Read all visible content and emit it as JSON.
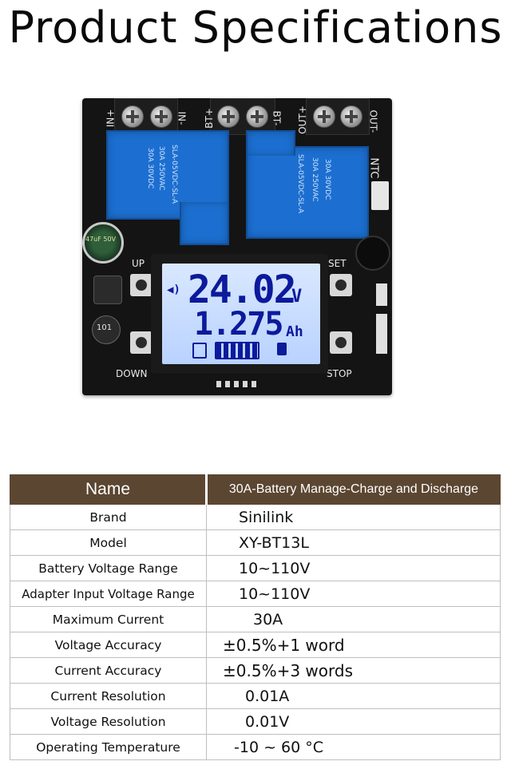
{
  "title": "Product Specifications",
  "board": {
    "terminals": [
      "IN+",
      "IN-",
      "BT+",
      "BT-",
      "OUT+",
      "OUT-"
    ],
    "ntc_label": "NTC",
    "relay_text": [
      "SLA-05VDC-SL-A",
      "30A 250VAC",
      "30A 30VDC"
    ],
    "button_labels": {
      "up": "UP",
      "set": "SET",
      "down": "DOWN",
      "stop": "STOP"
    },
    "inductor_label": "101",
    "capacitor_label": "47uF 50V",
    "lcd": {
      "voltage": "24.02",
      "voltage_unit": "V",
      "capacity": "1.275",
      "capacity_unit": "Ah"
    },
    "colors": {
      "pcb": "#141414",
      "relay": "#1c6fd0",
      "lcd_bg": "#c8dcff",
      "lcd_digit": "#0c1a9c"
    }
  },
  "table": {
    "header": {
      "name": "Name",
      "value": "30A-Battery Manage-Charge and Discharge"
    },
    "header_color": "#5b4631",
    "rows": [
      {
        "label": "Brand",
        "value": "Sinilink"
      },
      {
        "label": "Model",
        "value": "XY-BT13L"
      },
      {
        "label": "Battery Voltage Range",
        "value": "10~110V"
      },
      {
        "label": "Adapter Input Voltage Range",
        "value": "10~110V"
      },
      {
        "label": "Maximum Current",
        "value": "30A"
      },
      {
        "label": "Voltage Accuracy",
        "value": "±0.5%+1 word"
      },
      {
        "label": "Current Accuracy",
        "value": "±0.5%+3 words"
      },
      {
        "label": "Current Resolution",
        "value": "0.01A"
      },
      {
        "label": "Voltage Resolution",
        "value": "0.01V"
      },
      {
        "label": "Operating Temperature",
        "value": "-10 ~ 60 °C"
      }
    ]
  }
}
